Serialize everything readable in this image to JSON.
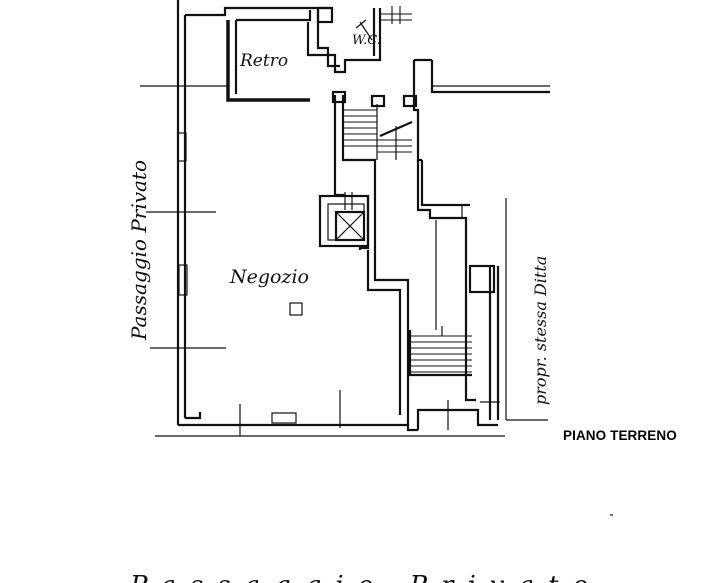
{
  "plan": {
    "rooms": {
      "retro": "Retro",
      "negozio": "Negozio",
      "wc": "W.C."
    },
    "side_labels": {
      "left": "Passaggio Privato",
      "right": "propr. stessa Ditta"
    },
    "bottom_partial": "Passaggio Privato",
    "floor_name": "PIANO TERRENO"
  }
}
